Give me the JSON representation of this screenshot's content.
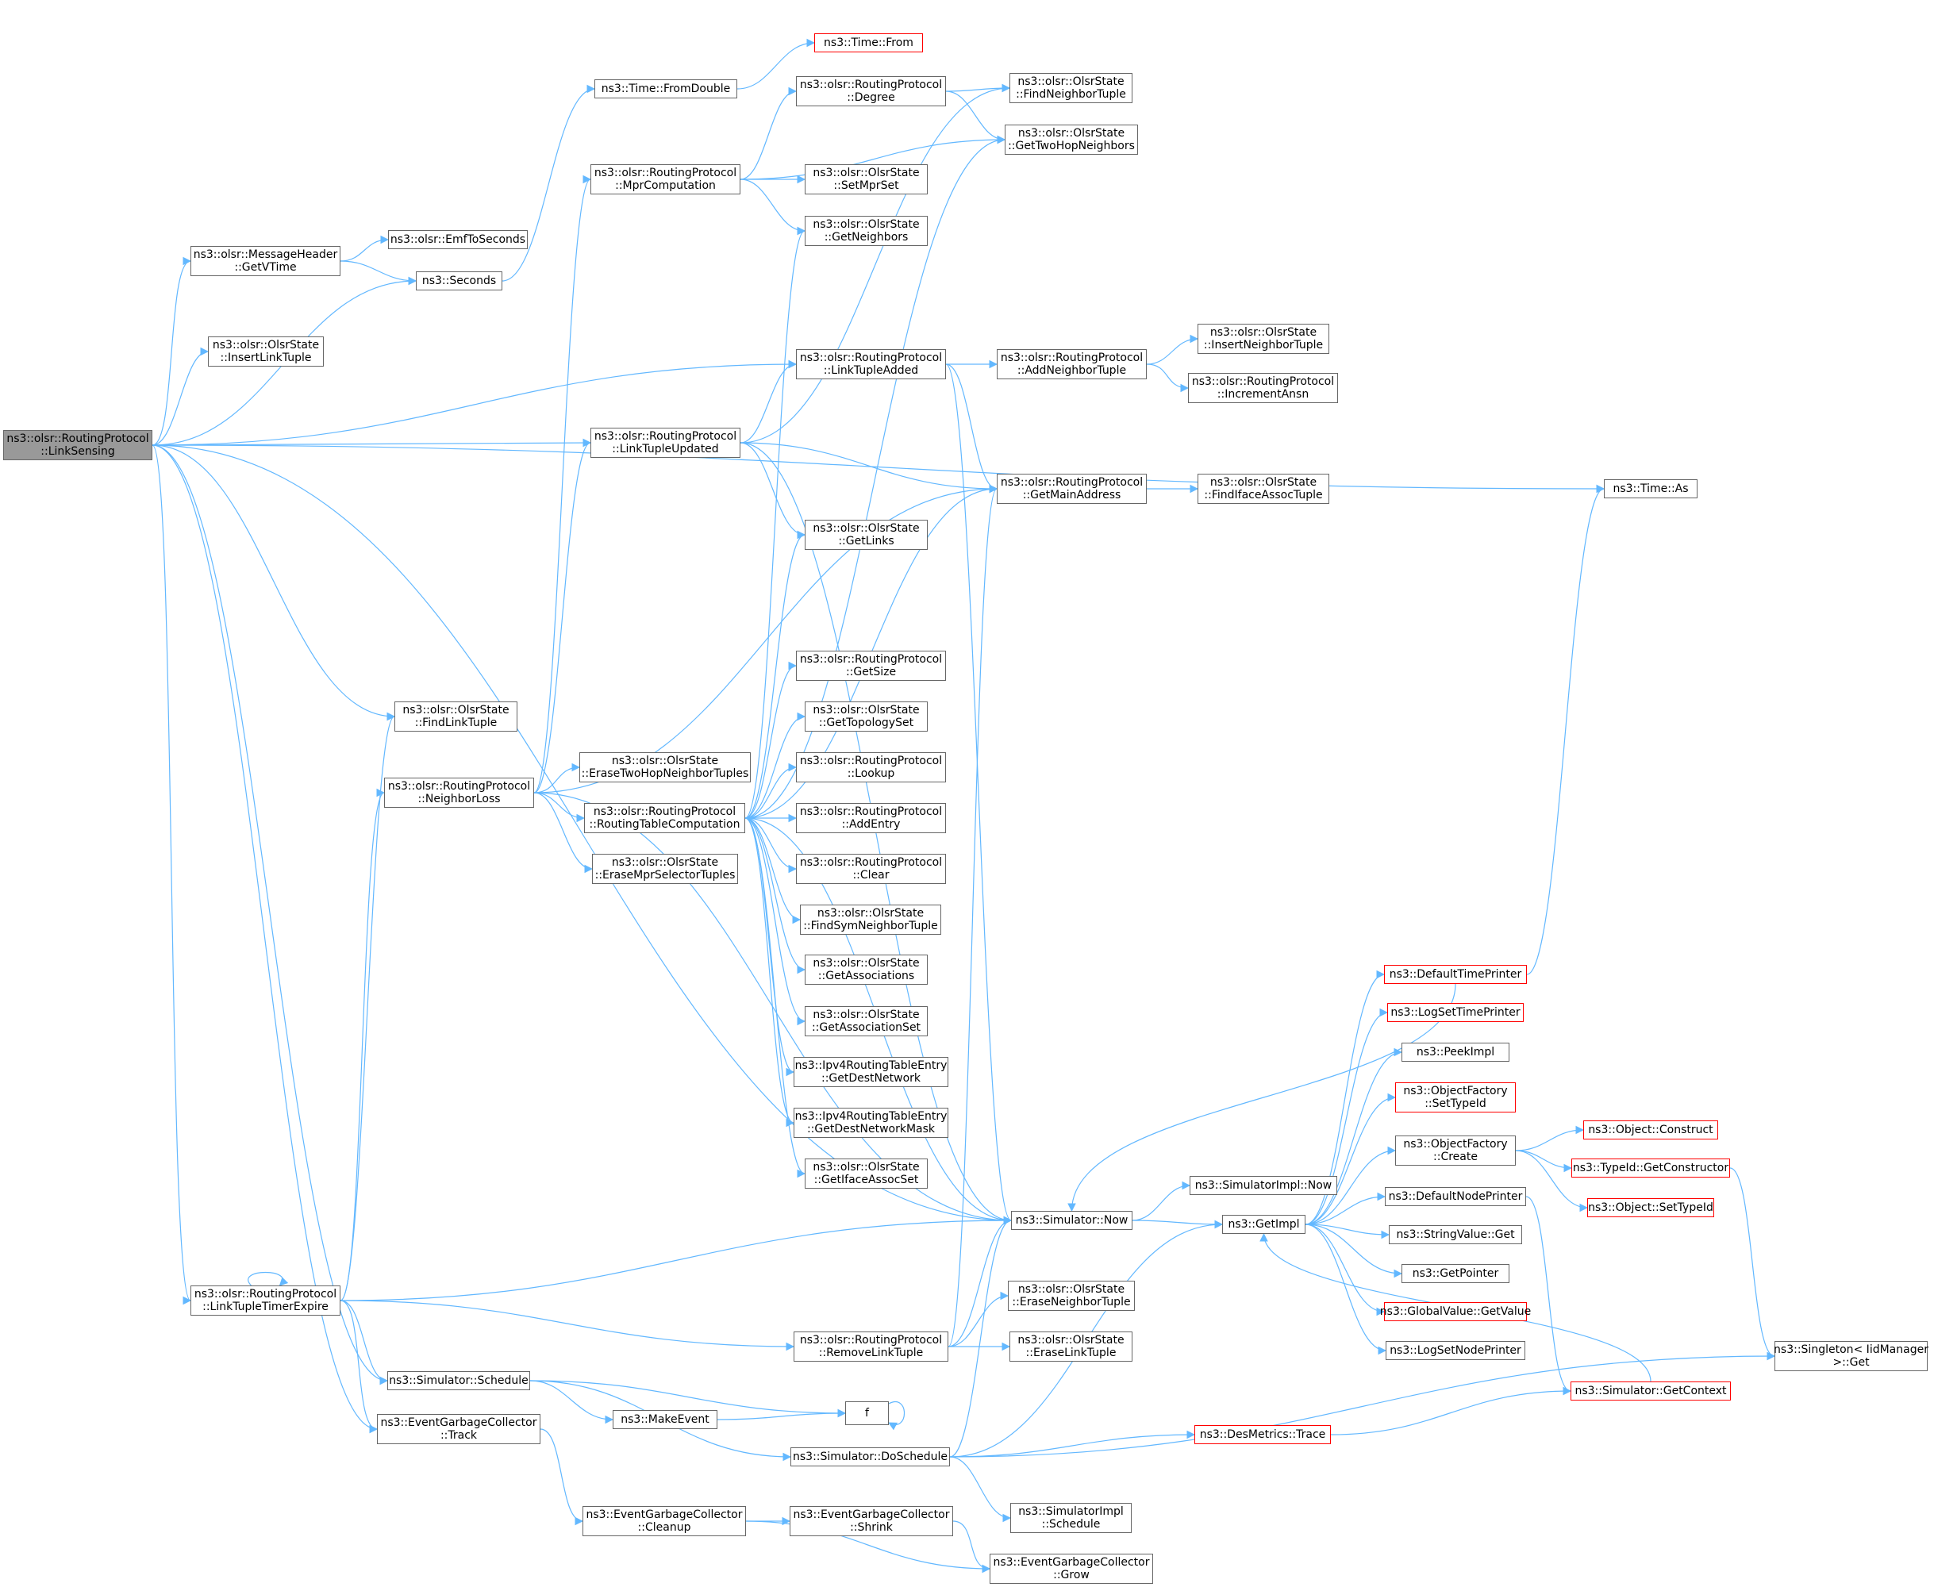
{
  "colors": {
    "edge": "#63b8ff",
    "node_border": "#666666",
    "node_border_truncated": "#ff0000",
    "root_fill": "#999999",
    "node_fill": "#ffffff"
  },
  "nodes": {
    "root": [
      "ns3::olsr::RoutingProtocol",
      "::LinkSensing"
    ],
    "getvtime": [
      "ns3::olsr::MessageHeader",
      "::GetVTime"
    ],
    "insertlinktuple": [
      "ns3::olsr::OlsrState",
      "::InsertLinkTuple"
    ],
    "findlinktuple": [
      "ns3::olsr::OlsrState",
      "::FindLinkTuple"
    ],
    "neighborloss": [
      "ns3::olsr::RoutingProtocol",
      "::NeighborLoss"
    ],
    "linktupletimerexpire": [
      "ns3::olsr::RoutingProtocol",
      "::LinkTupleTimerExpire"
    ],
    "schedule": [
      "ns3::Simulator::Schedule"
    ],
    "track": [
      "ns3::EventGarbageCollector",
      "::Track"
    ],
    "cleanup": [
      "ns3::EventGarbageCollector",
      "::Cleanup"
    ],
    "fromdouble": [
      "ns3::Time::FromDouble"
    ],
    "emftoseconds": [
      "ns3::olsr::EmfToSeconds"
    ],
    "seconds": [
      "ns3::Seconds"
    ],
    "mprcomputation": [
      "ns3::olsr::RoutingProtocol",
      "::MprComputation"
    ],
    "linktupleupdated": [
      "ns3::olsr::RoutingProtocol",
      "::LinkTupleUpdated"
    ],
    "erasetwohop": [
      "ns3::olsr::OlsrState",
      "::EraseTwoHopNeighborTuples"
    ],
    "routingtablecomputation": [
      "ns3::olsr::RoutingProtocol",
      "::RoutingTableComputation"
    ],
    "erasemprselector": [
      "ns3::olsr::OlsrState",
      "::EraseMprSelectorTuples"
    ],
    "makeevent": [
      "ns3::MakeEvent"
    ],
    "timefrom": [
      "ns3::Time::From"
    ],
    "degree": [
      "ns3::olsr::RoutingProtocol",
      "::Degree"
    ],
    "setmprset": [
      "ns3::olsr::OlsrState",
      "::SetMprSet"
    ],
    "getneighbors": [
      "ns3::olsr::OlsrState",
      "::GetNeighbors"
    ],
    "linktupleadded": [
      "ns3::olsr::RoutingProtocol",
      "::LinkTupleAdded"
    ],
    "getlinks": [
      "ns3::olsr::OlsrState",
      "::GetLinks"
    ],
    "getsize": [
      "ns3::olsr::RoutingProtocol",
      "::GetSize"
    ],
    "gettopologyset": [
      "ns3::olsr::OlsrState",
      "::GetTopologySet"
    ],
    "lookup": [
      "ns3::olsr::RoutingProtocol",
      "::Lookup"
    ],
    "addentry": [
      "ns3::olsr::RoutingProtocol",
      "::AddEntry"
    ],
    "clear": [
      "ns3::olsr::RoutingProtocol",
      "::Clear"
    ],
    "findsymneighbortuple": [
      "ns3::olsr::OlsrState",
      "::FindSymNeighborTuple"
    ],
    "getassociations": [
      "ns3::olsr::OlsrState",
      "::GetAssociations"
    ],
    "getassociationset": [
      "ns3::olsr::OlsrState",
      "::GetAssociationSet"
    ],
    "getdestnetwork": [
      "ns3::Ipv4RoutingTableEntry",
      "::GetDestNetwork"
    ],
    "getdestnetworkmask": [
      "ns3::Ipv4RoutingTableEntry",
      "::GetDestNetworkMask"
    ],
    "getifaceassocset": [
      "ns3::olsr::OlsrState",
      "::GetIfaceAssocSet"
    ],
    "removelinktuple": [
      "ns3::olsr::RoutingProtocol",
      "::RemoveLinkTuple"
    ],
    "f": [
      "f"
    ],
    "doschedule": [
      "ns3::Simulator::DoSchedule"
    ],
    "shrink": [
      "ns3::EventGarbageCollector",
      "::Shrink"
    ],
    "findneighbortuple": [
      "ns3::olsr::OlsrState",
      "::FindNeighborTuple"
    ],
    "gettwohopneighbors": [
      "ns3::olsr::OlsrState",
      "::GetTwoHopNeighbors"
    ],
    "addneighbortuple": [
      "ns3::olsr::RoutingProtocol",
      "::AddNeighborTuple"
    ],
    "getmainaddress": [
      "ns3::olsr::RoutingProtocol",
      "::GetMainAddress"
    ],
    "simnow": [
      "ns3::Simulator::Now"
    ],
    "eraseneighbortuple": [
      "ns3::olsr::OlsrState",
      "::EraseNeighborTuple"
    ],
    "eraselinktuple": [
      "ns3::olsr::OlsrState",
      "::EraseLinkTuple"
    ],
    "simimplschedule": [
      "ns3::SimulatorImpl",
      "::Schedule"
    ],
    "grow": [
      "ns3::EventGarbageCollector",
      "::Grow"
    ],
    "insertneighbortuple": [
      "ns3::olsr::OlsrState",
      "::InsertNeighborTuple"
    ],
    "incrementansn": [
      "ns3::olsr::RoutingProtocol",
      "::IncrementAnsn"
    ],
    "findifaceassoctuple": [
      "ns3::olsr::OlsrState",
      "::FindIfaceAssocTuple"
    ],
    "simimplnow": [
      "ns3::SimulatorImpl::Now"
    ],
    "getimpl": [
      "ns3::GetImpl"
    ],
    "destrace": [
      "ns3::DesMetrics::Trace"
    ],
    "defaulttimeprinter": [
      "ns3::DefaultTimePrinter"
    ],
    "logsettimeprinter": [
      "ns3::LogSetTimePrinter"
    ],
    "peekimpl": [
      "ns3::PeekImpl"
    ],
    "ofsettypeid": [
      "ns3::ObjectFactory",
      "::SetTypeId"
    ],
    "ofcreate": [
      "ns3::ObjectFactory",
      "::Create"
    ],
    "defaultnodeprinter": [
      "ns3::DefaultNodePrinter"
    ],
    "stringvalueget": [
      "ns3::StringValue::Get"
    ],
    "getpointer": [
      "ns3::GetPointer"
    ],
    "globalvalueget": [
      "ns3::GlobalValue::GetValue"
    ],
    "logsetnodeprinter": [
      "ns3::LogSetNodePrinter"
    ],
    "getcontext": [
      "ns3::Simulator::GetContext"
    ],
    "timeas": [
      "ns3::Time::As"
    ],
    "objconstruct": [
      "ns3::Object::Construct"
    ],
    "typeidgetconstructor": [
      "ns3::TypeId::GetConstructor"
    ],
    "objsettypeid": [
      "ns3::Object::SetTypeId"
    ],
    "singletonget": [
      "ns3::Singleton< IidManager",
      ">::Get"
    ]
  }
}
